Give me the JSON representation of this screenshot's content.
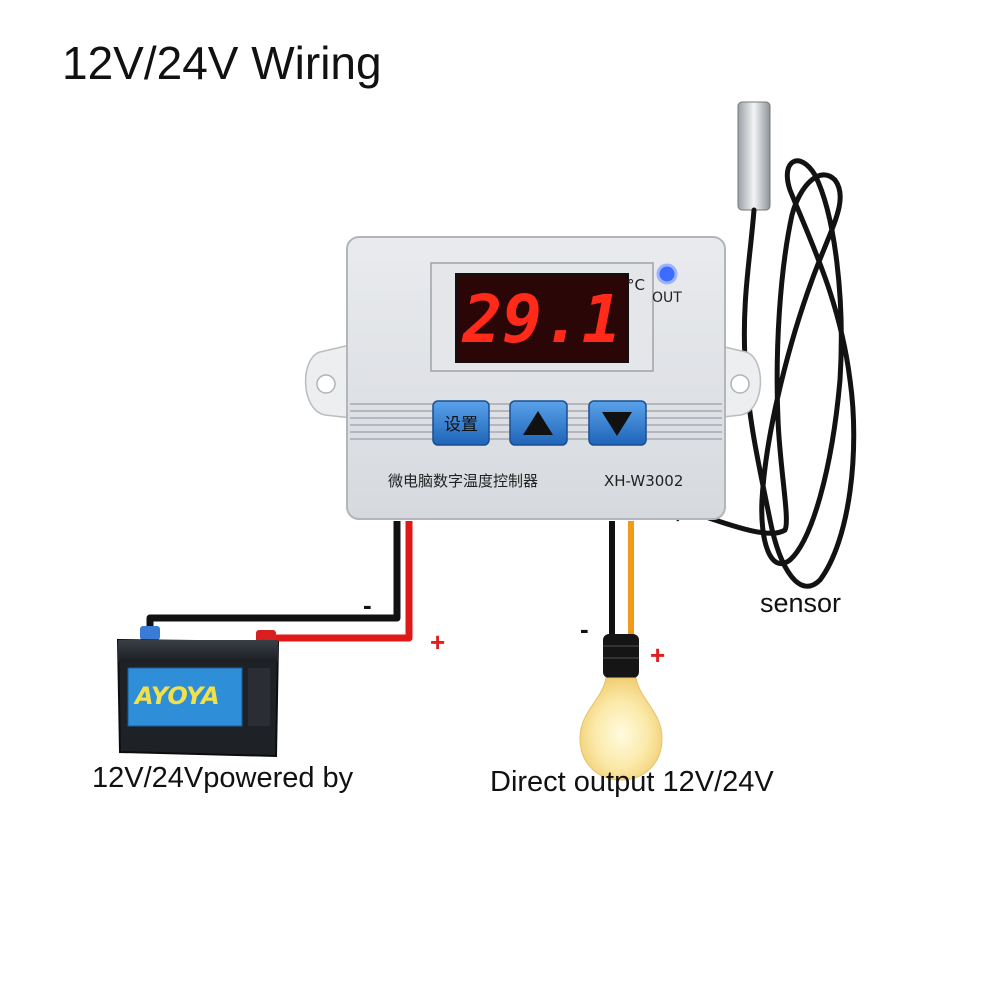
{
  "title": "12V/24V Wiring",
  "controller": {
    "display_value": "29.1",
    "unit": "°C",
    "out_label": "OUT",
    "set_button_label": "设置",
    "chinese_name": "微电脑数字温度控制器",
    "model": "XH-W3002"
  },
  "battery": {
    "brand": "AYOYA"
  },
  "labels": {
    "power_source": "12V/24Vpowered by",
    "output": "Direct output 12V/24V",
    "sensor": "sensor",
    "battery_minus": "-",
    "battery_plus": "+",
    "output_minus": "-",
    "output_plus": "+"
  },
  "colors": {
    "wire_black": "#111111",
    "wire_red": "#e01818",
    "wire_orange": "#f09a1a",
    "led_red": "#ff2a1a",
    "button_blue": "#2f7fd6",
    "indicator_blue": "#3b6cff"
  }
}
